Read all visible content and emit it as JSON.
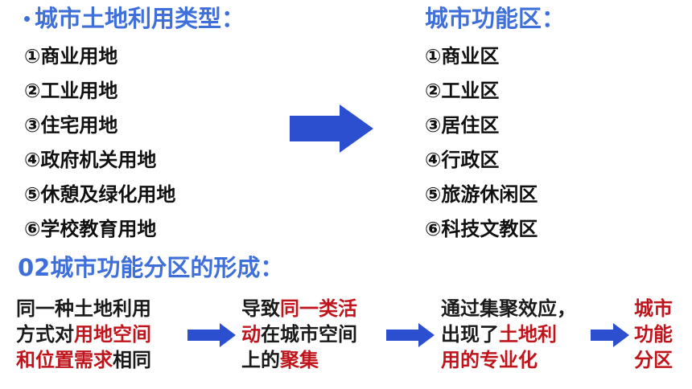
{
  "left": {
    "title": "城市土地利用类型：",
    "items": [
      "①商业用地",
      "②工业用地",
      "③住宅用地",
      "④政府机关用地",
      "⑤休憩及绿化用地",
      "⑥学校教育用地"
    ]
  },
  "right": {
    "title": "城市功能区：",
    "items": [
      "①商业区",
      "②工业区",
      "③居住区",
      "④行政区",
      "⑤旅游休闲区",
      "⑥科技文教区"
    ]
  },
  "section2": {
    "title": "02城市功能分区的形成："
  },
  "flow": {
    "box1": {
      "line1": "同一种土地利用",
      "line2a": "方式对",
      "line2b": "用地空间",
      "line3a": "和位置需求",
      "line3b": "相同"
    },
    "box2": {
      "line1a": "导致",
      "line1b": "同一类活",
      "line2a": "动",
      "line2b": "在城市空间",
      "line3a": "上的",
      "line3b": "聚集"
    },
    "box3": {
      "line1": "通过集聚效应，",
      "line2a": "出现了",
      "line2b": "土地利",
      "line3": "用的专业化"
    },
    "box4": {
      "line1": "城市",
      "line2": "功能",
      "line3": "分区"
    }
  },
  "colors": {
    "accent": "#3f6fd9",
    "highlight": "#c0141c",
    "arrow": "#2c4fcf"
  }
}
